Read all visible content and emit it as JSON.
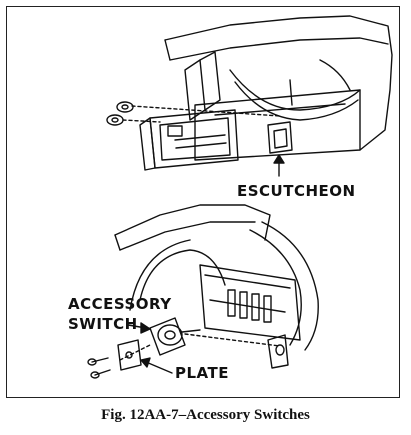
{
  "figure": {
    "labels": {
      "escutcheon": "ESCUTCHEON",
      "accessory_line1": "ACCESSORY",
      "accessory_line2": "SWITCH",
      "plate": "PLATE"
    },
    "caption": "Fig. 12AA-7–Accessory Switches"
  }
}
